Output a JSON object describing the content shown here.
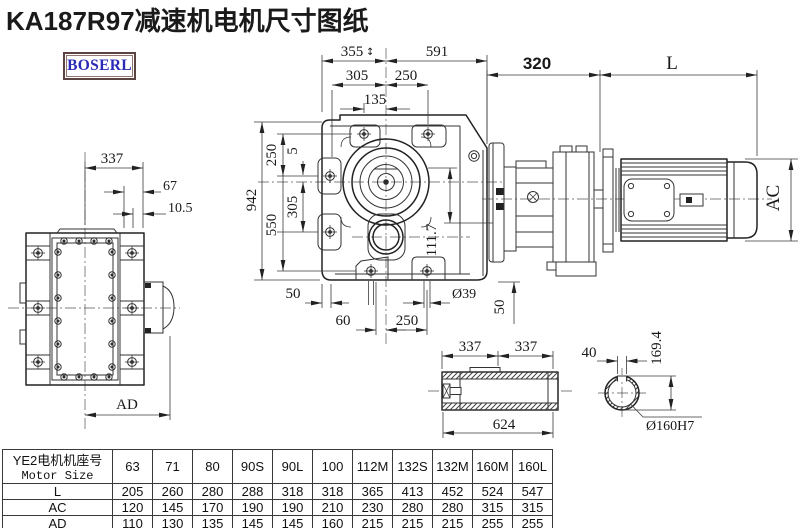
{
  "title": "KA187R97减速机电机尺寸图纸",
  "brand": {
    "logo_text": "BOSERL",
    "accent_color": "#2b2bb8"
  },
  "drawing": {
    "left_view": {
      "width_top": "337",
      "hole_offset": "67",
      "hole_step": "10.5",
      "bottom_ref": "AD"
    },
    "main_view": {
      "top_left": "355",
      "top_left_mark": "↕",
      "top_right": "591",
      "upper_left": "305",
      "upper_right": "250",
      "inner_top": "135",
      "height": "942",
      "v_top": "250",
      "v_mid": "550",
      "v_off": "5",
      "v_low": "305",
      "axis_offset": "111.7",
      "bot_a": "50",
      "bot_b": "60",
      "bot_c": "250",
      "hole_dia": "Ø39",
      "bot_d": "50"
    },
    "motor_view": {
      "flange_len": "320",
      "motor_len": "L",
      "motor_dia": "AC"
    },
    "shaft_view": {
      "seg_a": "337",
      "seg_b": "337",
      "total": "624"
    },
    "bore_view": {
      "key_width": "40",
      "key_height": "169.4",
      "bore_label": "Ø160H7"
    }
  },
  "table": {
    "row_header_line1": "YE2电机机座号",
    "row_header_line2": "Motor Size",
    "columns": [
      "63",
      "71",
      "80",
      "90S",
      "90L",
      "100",
      "112M",
      "132S",
      "132M",
      "160M",
      "160L"
    ],
    "rows": [
      {
        "label": "L",
        "values": [
          "205",
          "260",
          "280",
          "288",
          "318",
          "318",
          "365",
          "413",
          "452",
          "524",
          "547"
        ]
      },
      {
        "label": "AC",
        "values": [
          "120",
          "145",
          "170",
          "190",
          "190",
          "210",
          "230",
          "280",
          "280",
          "315",
          "315"
        ]
      },
      {
        "label": "AD",
        "values": [
          "110",
          "130",
          "135",
          "145",
          "145",
          "160",
          "215",
          "215",
          "215",
          "255",
          "255"
        ]
      }
    ]
  }
}
